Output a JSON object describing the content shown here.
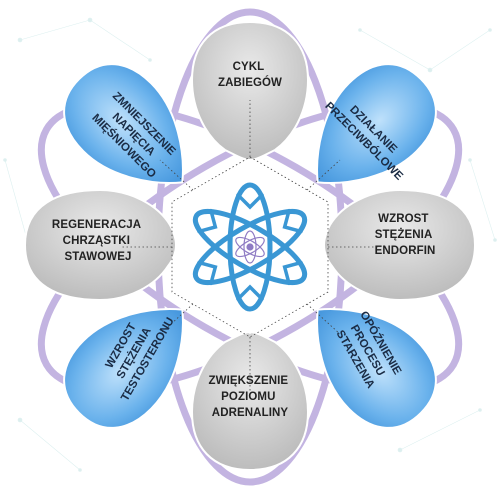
{
  "diagram": {
    "center_icon": "snowflake-atom-icon",
    "petals": [
      {
        "id": "top",
        "style": "gray",
        "lines": [
          "CYKL",
          "ZABIEGÓW"
        ]
      },
      {
        "id": "upper-right",
        "style": "blue",
        "lines": [
          "DZIAŁANIE",
          "PRZECIWBÓLOWE"
        ]
      },
      {
        "id": "right",
        "style": "gray",
        "lines": [
          "WZROST",
          "STĘŻENIA",
          "ENDORFIN"
        ]
      },
      {
        "id": "lower-right",
        "style": "blue",
        "lines": [
          "OPÓŹNIENIE",
          "PROCESU",
          "STARZENIA"
        ]
      },
      {
        "id": "bottom",
        "style": "gray",
        "lines": [
          "ZWIĘKSZENIE",
          "POZIOMU",
          "ADRENALINY"
        ]
      },
      {
        "id": "lower-left",
        "style": "blue",
        "lines": [
          "WZROST",
          "STĘŻENIA",
          "TESTOSTERONU"
        ]
      },
      {
        "id": "left",
        "style": "gray",
        "lines": [
          "REGENERACJA",
          "CHRZĄSTKI",
          "STAWOWEJ"
        ]
      },
      {
        "id": "upper-left",
        "style": "blue",
        "lines": [
          "ZMNIEJSZENIE",
          "NAPIĘCIA",
          "MIĘŚNIOWEGO"
        ]
      }
    ]
  },
  "colors": {
    "orbit": "#b9a8dc",
    "gray_petal": "#c6c6c6",
    "blue_petal": "#3f93da",
    "icon_blue": "#3a97d4",
    "icon_purple": "#8f7cc4"
  }
}
